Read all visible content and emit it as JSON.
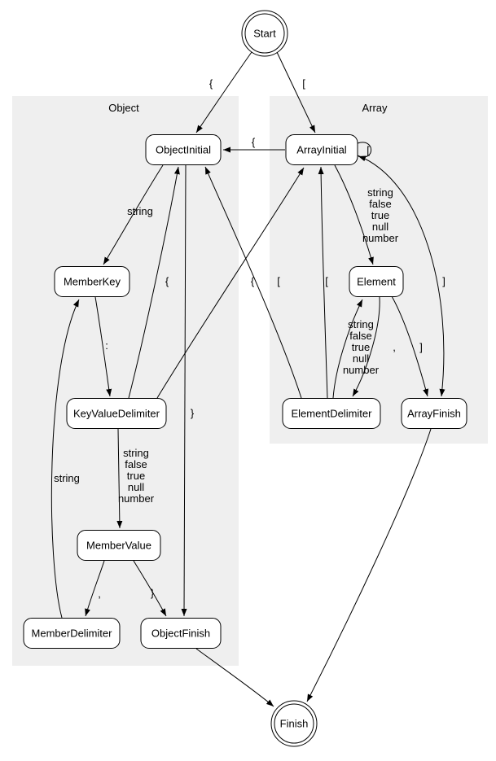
{
  "diagram": {
    "type": "state-machine",
    "clusters": {
      "object": {
        "label": "Object"
      },
      "array": {
        "label": "Array"
      }
    },
    "nodes": {
      "start": {
        "label": "Start",
        "shape": "doublecircle"
      },
      "objectInitial": {
        "label": "ObjectInitial",
        "shape": "rounded-box",
        "cluster": "Object"
      },
      "arrayInitial": {
        "label": "ArrayInitial",
        "shape": "rounded-box",
        "cluster": "Array"
      },
      "memberKey": {
        "label": "MemberKey",
        "shape": "rounded-box",
        "cluster": "Object"
      },
      "element": {
        "label": "Element",
        "shape": "rounded-box",
        "cluster": "Array"
      },
      "keyValueDelimiter": {
        "label": "KeyValueDelimiter",
        "shape": "rounded-box",
        "cluster": "Object"
      },
      "elementDelimiter": {
        "label": "ElementDelimiter",
        "shape": "rounded-box",
        "cluster": "Array"
      },
      "arrayFinish": {
        "label": "ArrayFinish",
        "shape": "rounded-box",
        "cluster": "Array"
      },
      "memberValue": {
        "label": "MemberValue",
        "shape": "rounded-box",
        "cluster": "Object"
      },
      "memberDelimiter": {
        "label": "MemberDelimiter",
        "shape": "rounded-box",
        "cluster": "Object"
      },
      "objectFinish": {
        "label": "ObjectFinish",
        "shape": "rounded-box",
        "cluster": "Object"
      },
      "finish": {
        "label": "Finish",
        "shape": "doublecircle"
      }
    },
    "edges": {
      "startToObjectInitial": {
        "from": "Start",
        "to": "ObjectInitial",
        "label": "{"
      },
      "startToArrayInitial": {
        "from": "Start",
        "to": "ArrayInitial",
        "label": "["
      },
      "arrayInitialToObjectInitial": {
        "from": "ArrayInitial",
        "to": "ObjectInitial",
        "label": "{"
      },
      "arrayInitialToArrayInitial": {
        "from": "ArrayInitial",
        "to": "ArrayInitial",
        "label": "["
      },
      "objectInitialToMemberKey": {
        "from": "ObjectInitial",
        "to": "MemberKey",
        "label": "string"
      },
      "objectInitialToObjectFinish": {
        "from": "ObjectInitial",
        "to": "ObjectFinish",
        "label": "}"
      },
      "memberKeyToKeyValueDelimiter": {
        "from": "MemberKey",
        "to": "KeyValueDelimiter",
        "label": ":"
      },
      "keyValueDelimiterToMemberValue": {
        "from": "KeyValueDelimiter",
        "to": "MemberValue",
        "labelLines": [
          "string",
          "false",
          "true",
          "null",
          "number"
        ]
      },
      "keyValueDelimiterToObjectInitial": {
        "from": "KeyValueDelimiter",
        "to": "ObjectInitial",
        "label": "{"
      },
      "keyValueDelimiterToArrayInitial": {
        "from": "KeyValueDelimiter",
        "to": "ArrayInitial",
        "label": "["
      },
      "memberValueToMemberDelimiter": {
        "from": "MemberValue",
        "to": "MemberDelimiter",
        "label": ","
      },
      "memberValueToObjectFinish": {
        "from": "MemberValue",
        "to": "ObjectFinish",
        "label": "}"
      },
      "memberDelimiterToMemberKey": {
        "from": "MemberDelimiter",
        "to": "MemberKey",
        "label": "string"
      },
      "objectFinishToFinish": {
        "from": "ObjectFinish",
        "to": "Finish",
        "label": ""
      },
      "arrayInitialToElement": {
        "from": "ArrayInitial",
        "to": "Element",
        "labelLines": [
          "string",
          "false",
          "true",
          "null",
          "number"
        ]
      },
      "arrayInitialToArrayFinish": {
        "from": "ArrayInitial",
        "to": "ArrayFinish",
        "label": "]"
      },
      "elementToElementDelimiter": {
        "from": "Element",
        "to": "ElementDelimiter",
        "label": ","
      },
      "elementToArrayFinish": {
        "from": "Element",
        "to": "ArrayFinish",
        "label": "]"
      },
      "elementDelimiterToElement": {
        "from": "ElementDelimiter",
        "to": "Element",
        "labelLines": [
          "string",
          "false",
          "true",
          "null",
          "number"
        ]
      },
      "elementDelimiterToObjectInitial": {
        "from": "ElementDelimiter",
        "to": "ObjectInitial",
        "label": "{"
      },
      "elementDelimiterToArrayInitial": {
        "from": "ElementDelimiter",
        "to": "ArrayInitial",
        "label": "["
      },
      "arrayFinishToFinish": {
        "from": "ArrayFinish",
        "to": "Finish",
        "label": ""
      }
    }
  },
  "colors": {
    "background": "#ffffff",
    "cluster-fill": "#efefef",
    "node-fill": "#ffffff",
    "stroke": "#000000"
  }
}
